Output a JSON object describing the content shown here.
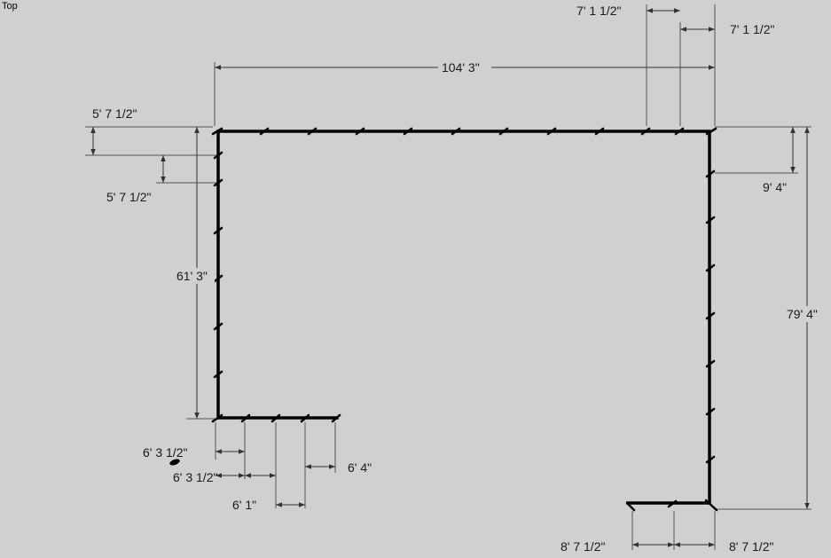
{
  "view": {
    "label": "Top"
  },
  "colors": {
    "background": "#d0d0d0",
    "wall": "#000000",
    "dimension": "#333333"
  },
  "dimensions": {
    "top_overall": "104' 3\"",
    "top_right_a": "7' 1 1/2\"",
    "top_right_b": "7' 1 1/2\"",
    "left_top_a": "5' 7 1/2\"",
    "left_top_b": "5' 7 1/2\"",
    "left_height": "61' 3\"",
    "right_top": "9' 4\"",
    "right_height": "79' 4\"",
    "bottom_left_a": "6' 3 1/2\"",
    "bottom_left_b": "6' 3 1/2\"",
    "bottom_left_c": "6' 1\"",
    "bottom_left_d": "6' 4\"",
    "bottom_right_a": "8' 7 1/2\"",
    "bottom_right_b": "8' 7 1/2\""
  }
}
